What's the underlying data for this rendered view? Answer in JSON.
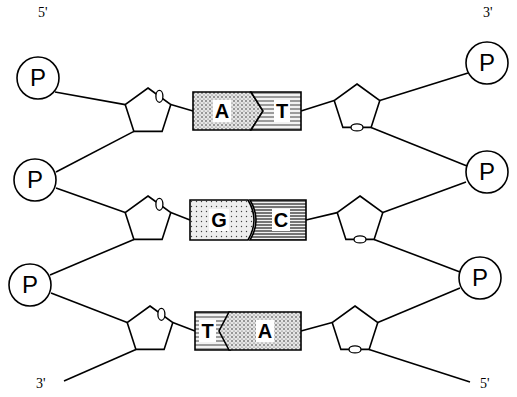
{
  "diagram": {
    "nodes": [
      {
        "text": [
          "P"
        ]
      },
      {
        "text": [
          "A"
        ]
      },
      {
        "text": [
          "T"
        ]
      },
      {
        "text": [
          "P"
        ]
      },
      {
        "text": [
          "P"
        ]
      },
      {
        "text": [
          "G"
        ]
      },
      {
        "text": [
          "C"
        ]
      },
      {
        "text": [
          "P"
        ]
      },
      {
        "text": [
          "P"
        ]
      },
      {
        "text": [
          "T"
        ]
      },
      {
        "text": [
          "A"
        ]
      },
      {
        "text": [
          "P"
        ]
      }
    ],
    "labels": [
      "5'",
      "3'",
      "3'",
      "5'"
    ]
  }
}
